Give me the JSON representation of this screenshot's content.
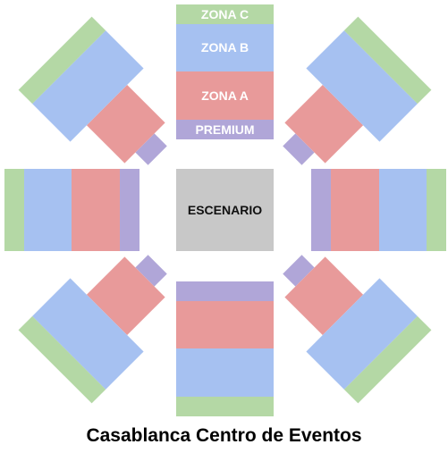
{
  "venue": {
    "title": "Casablanca Centro de Eventos"
  },
  "stage": {
    "label": "ESCENARIO",
    "color": "#c8c8c8"
  },
  "zones": {
    "premium": {
      "label": "PREMIUM",
      "color": "#b0a6d8"
    },
    "zona_a": {
      "label": "ZONA A",
      "color": "#e89a9a"
    },
    "zona_b": {
      "label": "ZONA B",
      "color": "#a6c1f1"
    },
    "zona_c": {
      "label": "ZONA C",
      "color": "#b4d8a5"
    }
  }
}
